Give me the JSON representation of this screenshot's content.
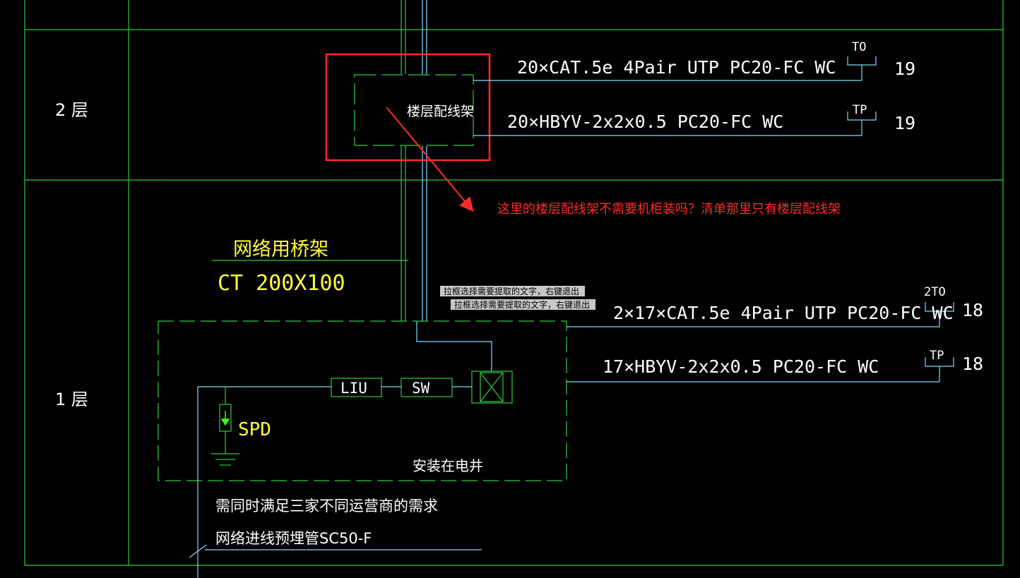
{
  "colors": {
    "background": "#000000",
    "grid": "#2ecc40",
    "wire": "#7fdbff",
    "text_white": "#ffffff",
    "text_yellow": "#ffff33",
    "annotation_red": "#ff2a2a",
    "spd_green": "#39ff14"
  },
  "floors": {
    "floor2": "2 层",
    "floor1": "1 层"
  },
  "upper": {
    "rack_label": "楼层配线架",
    "line1_cable": "20×CAT.5e 4Pair UTP PC20-FC WC",
    "line1_outlet": "TO",
    "line1_count": "19",
    "line2_cable": "20×HBYV-2x2x0.5 PC20-FC WC",
    "line2_outlet": "TP",
    "line2_count": "19"
  },
  "annotation": {
    "question": "这里的楼层配线架不需要机柜装吗？清单那里只有楼层配线架"
  },
  "tray": {
    "name": "网络用桥架",
    "spec": "CT 200X100"
  },
  "tooltips": {
    "tip1": "拉框选择需要提取的文字，右键退出",
    "tip2": "拉框选择需要提取的文字，右键退出"
  },
  "lower": {
    "line1_cable": "2×17×CAT.5e 4Pair UTP PC20-FC WC",
    "line1_outlet": "2TO",
    "line1_count": "18",
    "line2_cable": "17×HBYV-2x2x0.5 PC20-FC WC",
    "line2_outlet": "TP",
    "line2_count": "18",
    "liu_label": "LIU",
    "sw_label": "SW",
    "spd_label": "SPD",
    "install_note": "安装在电井",
    "requirement_note": "需同时满足三家不同运营商的需求",
    "conduit_note": "网络进线预埋管SC50-F"
  }
}
